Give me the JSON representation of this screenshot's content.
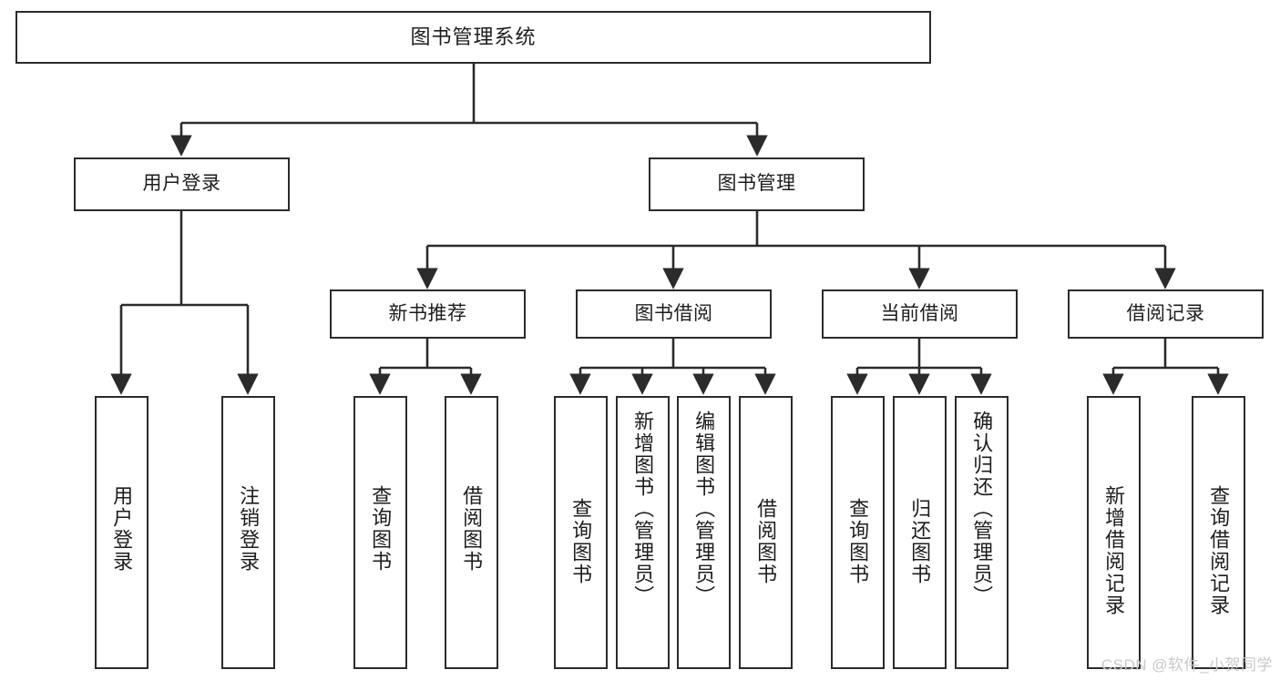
{
  "diagram": {
    "title": "图书管理系统",
    "type": "hierarchy-tree",
    "watermark": "CSDN @软件_小贺同学",
    "colors": {
      "box_border": "#2b2b2b",
      "box_fill": "#ffffff",
      "connector": "#2b2b2b",
      "text": "#1d1d1d",
      "watermark": "#c9c9c9"
    },
    "nodes": {
      "root": {
        "label": "图书管理系统"
      },
      "level1": [
        {
          "label": "用户登录"
        },
        {
          "label": "图书管理"
        }
      ],
      "level2": [
        {
          "label": "新书推荐"
        },
        {
          "label": "图书借阅"
        },
        {
          "label": "当前借阅"
        },
        {
          "label": "借阅记录"
        }
      ],
      "leaves": {
        "user_login": [
          {
            "label": "用户登录"
          },
          {
            "label": "注销登录"
          }
        ],
        "new_book_recommend": [
          {
            "label": "查询图书"
          },
          {
            "label": "借阅图书"
          }
        ],
        "book_borrow": [
          {
            "label": "查询图书"
          },
          {
            "label": "新增图书（管理员）"
          },
          {
            "label": "编辑图书（管理员）"
          },
          {
            "label": "借阅图书"
          }
        ],
        "current_borrow": [
          {
            "label": "查询图书"
          },
          {
            "label": "归还图书"
          },
          {
            "label": "确认归还（管理员）"
          }
        ],
        "borrow_record": [
          {
            "label": "新增借阅记录"
          },
          {
            "label": "查询借阅记录"
          }
        ]
      }
    }
  }
}
